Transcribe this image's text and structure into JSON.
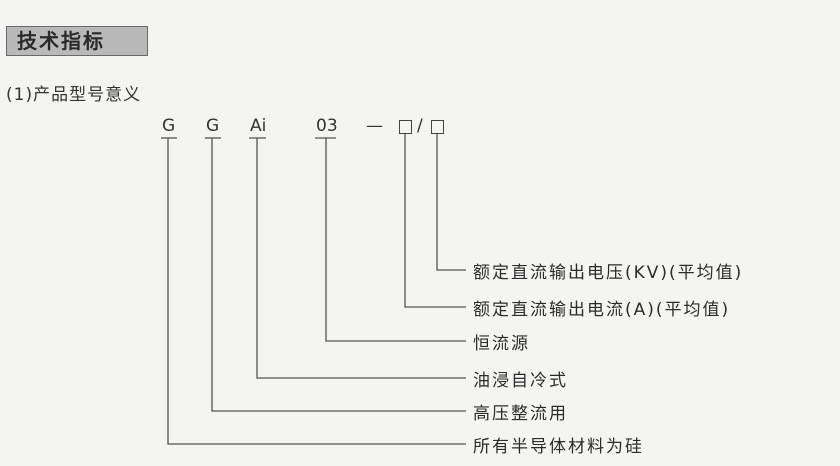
{
  "section": {
    "title": "技术指标"
  },
  "subtitle": "(1)产品型号意义",
  "code": {
    "c1": "G",
    "c2": "G",
    "c3": "Ai",
    "c4": "03",
    "dash": "—",
    "slash": "/"
  },
  "meanings": [
    "额定直流输出电压(KV)(平均值)",
    "额定直流输出电流(A)(平均值)",
    "恒流源",
    "油浸自冷式",
    "高压整流用",
    "所有半导体材料为硅"
  ]
}
